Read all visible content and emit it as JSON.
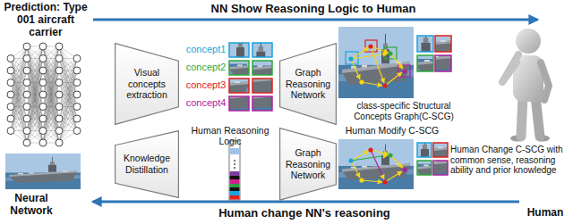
{
  "diagram": {
    "nodes": [
      {
        "text": [
          "Visual concepts extraction"
        ]
      },
      {
        "text": [
          "Graph Reasoning Network"
        ]
      },
      {
        "text": [
          "Knowledge Distillation"
        ]
      },
      {
        "text": [
          "Graph Reasoning Network"
        ]
      }
    ],
    "labels": [
      "Prediction: Type 001 aircraft carrier",
      "NN Show Reasoning Logic to Human",
      "concept1",
      "concept2",
      "concept3",
      "concept4",
      "class-specific Structural Concepts Graph(C-SCG)",
      "Human Reasoning Logic",
      "Human Modify C-SCG",
      "Human Change C-SCG with common sense, reasoning ability and prior knowledge",
      "Human change NN's reasoning",
      "Neural Network",
      "Human"
    ]
  }
}
